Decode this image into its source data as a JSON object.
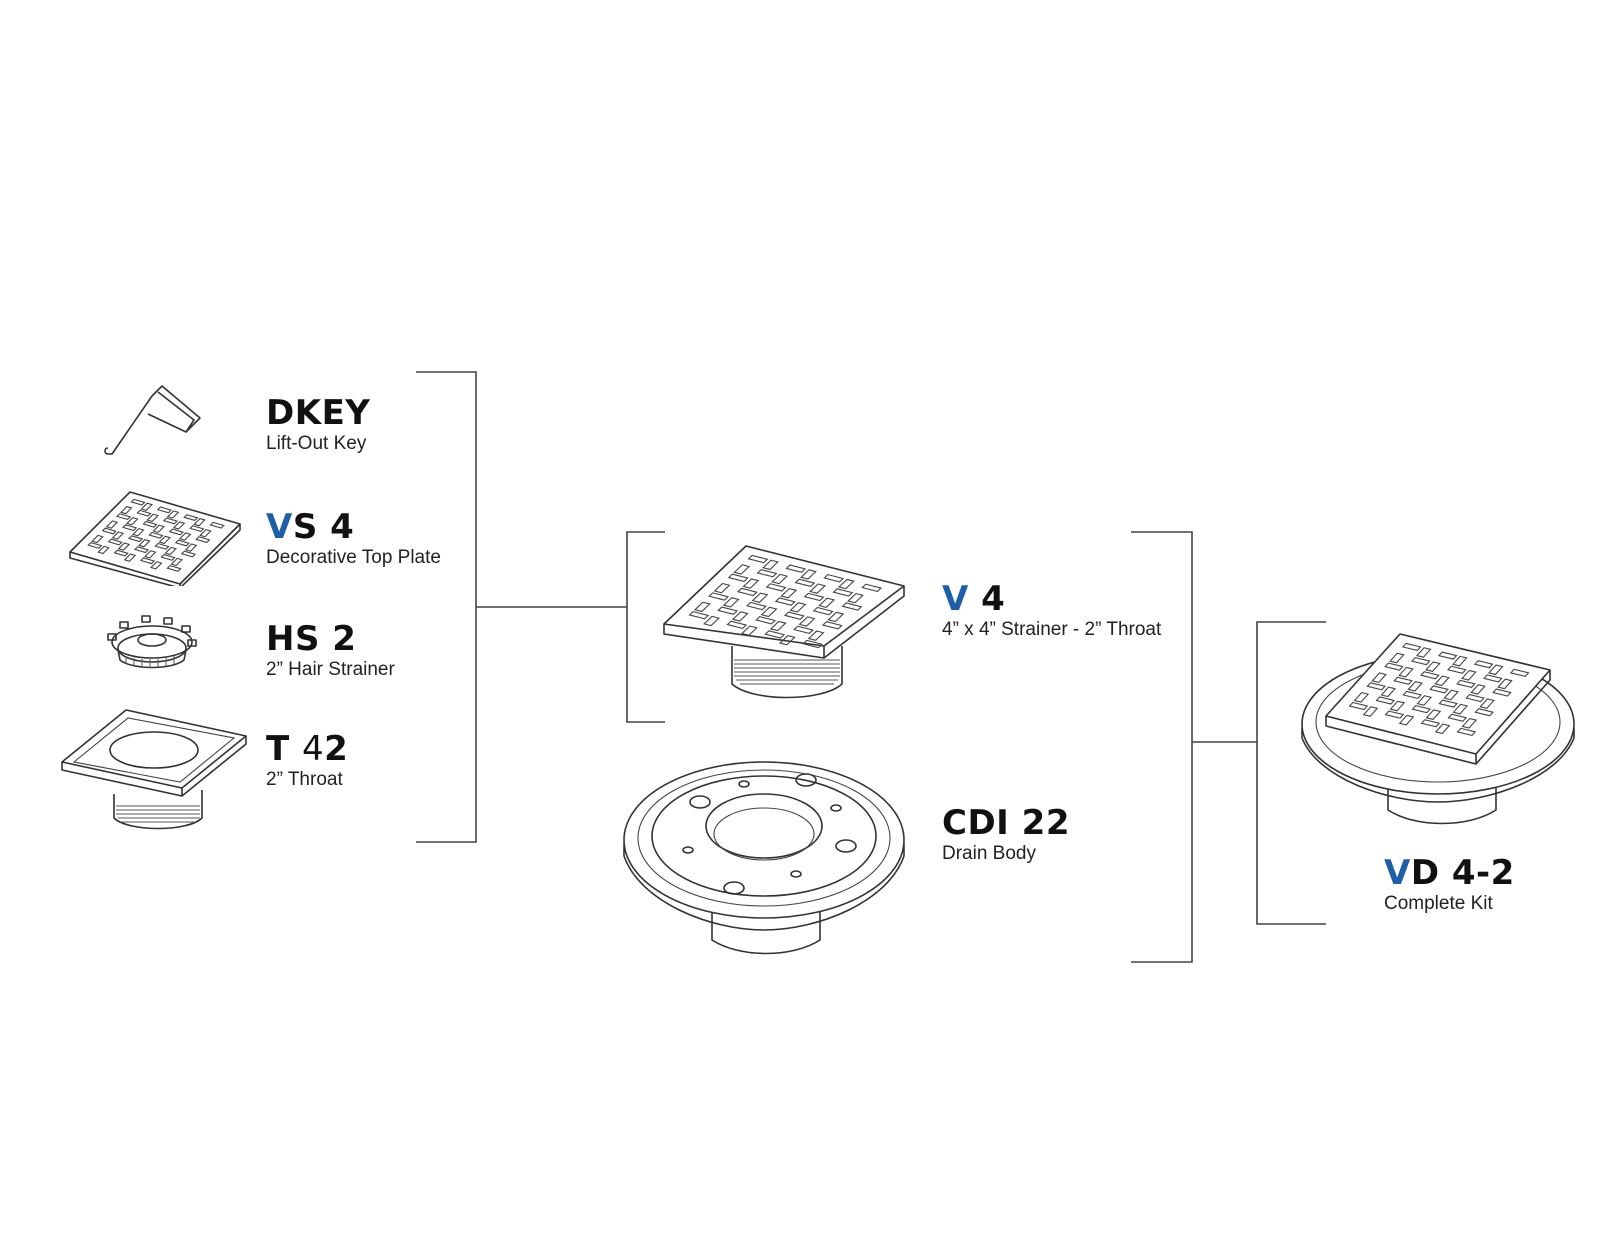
{
  "colors": {
    "accent": "#1f5fa8",
    "text": "#111111",
    "line": "#444444"
  },
  "parts": {
    "dkey": {
      "code_main": "DKEY",
      "desc": "Lift-Out Key",
      "icon": "lift-out-key-icon"
    },
    "vs4": {
      "code_accent": "V",
      "code_main": "S 4",
      "desc": "Decorative Top Plate",
      "icon": "top-plate-icon"
    },
    "hs2": {
      "code_main": "HS 2",
      "desc": "2” Hair Strainer",
      "icon": "hair-strainer-icon"
    },
    "t42": {
      "code_main": "T ",
      "code_num_light": "4",
      "code_num": "2",
      "desc": "2” Throat",
      "icon": "throat-icon"
    },
    "v4": {
      "code_accent": "V",
      "code_main": " 4",
      "desc": "4” x 4” Strainer - 2” Throat",
      "icon": "strainer-icon"
    },
    "cdi22": {
      "code_main": "CDI 22",
      "desc": "Drain Body",
      "icon": "drain-body-icon"
    },
    "vd42": {
      "code_accent": "V",
      "code_main": "D 4-2",
      "desc": "Complete Kit",
      "icon": "complete-kit-icon"
    }
  }
}
